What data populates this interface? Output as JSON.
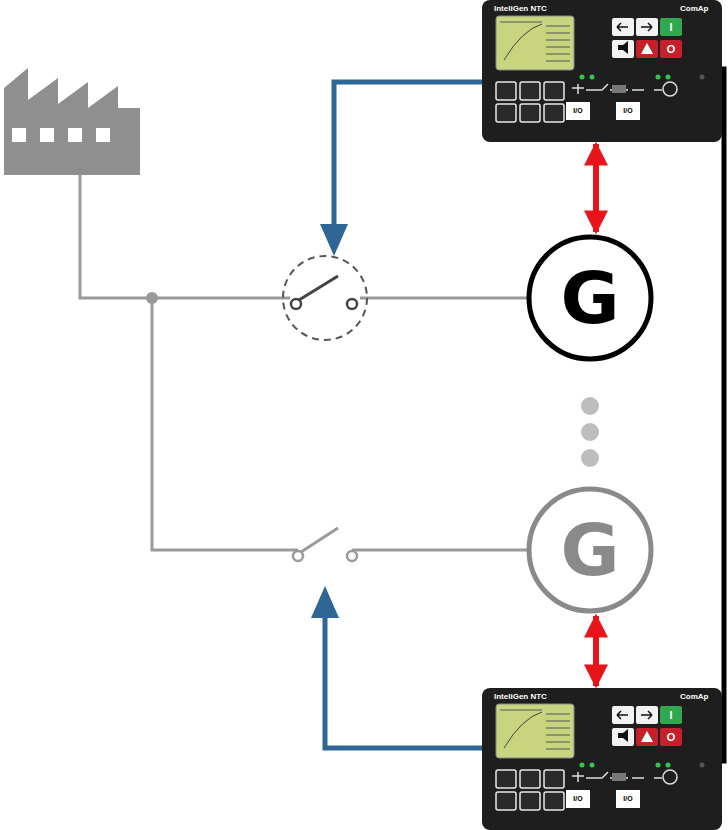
{
  "diagram": {
    "nodes": [
      {
        "text": [
          "InteliGen NTC",
          "ComAp",
          "I",
          "O",
          "I/O",
          "I/O"
        ]
      },
      {
        "text": [
          "G"
        ]
      },
      {
        "text": [
          "G"
        ]
      },
      {
        "text": [
          "InteliGen NTC",
          "ComAp",
          "I",
          "O",
          "I/O",
          "I/O"
        ]
      }
    ],
    "edges": [
      {
        "from": 0,
        "to": 1,
        "arrow": "both"
      },
      {
        "from": 2,
        "to": 3,
        "arrow": "both"
      },
      {
        "from": 0,
        "to": 3,
        "arrow": "none"
      }
    ]
  }
}
